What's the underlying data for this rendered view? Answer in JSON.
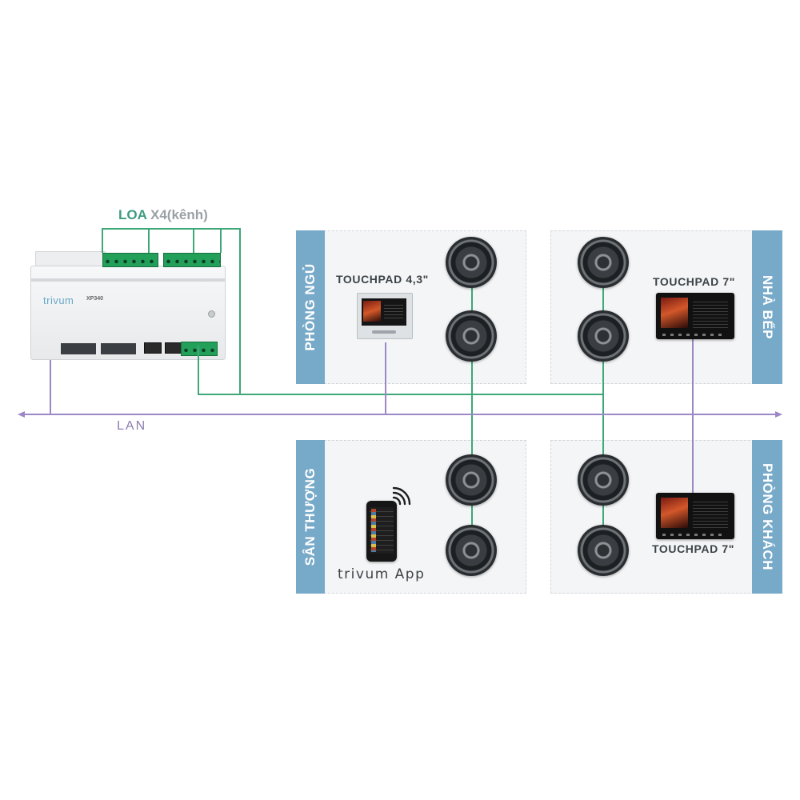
{
  "amp_label": {
    "prefix": "LOA",
    "suffix": "X4(kênh)"
  },
  "controller": {
    "brand": "trivum",
    "model": "XP340"
  },
  "network_label": "LAN",
  "rooms": {
    "top_left": {
      "name": "PHÒNG NGỦ",
      "device_label": "TOUCHPAD 4,3\""
    },
    "top_right": {
      "name": "NHÀ BẾP",
      "device_label": "TOUCHPAD 7\""
    },
    "bottom_left": {
      "name": "SÂN THƯỢNG",
      "device_label": "trivum App"
    },
    "bottom_right": {
      "name": "PHÒNG KHÁCH",
      "device_label": "TOUCHPAD 7\""
    }
  },
  "colors": {
    "speaker_wire": "#3ea878",
    "lan_wire": "#9c88c6",
    "room_band": "#77a9c9",
    "room_fill": "#f4f5f6",
    "loa_text": "#3d9b80",
    "x4_text": "#9aa1a6"
  },
  "icons": [
    "ceiling-speaker-icon",
    "touchpad-icon",
    "smartphone-icon",
    "wifi-icon",
    "controller-icon"
  ]
}
